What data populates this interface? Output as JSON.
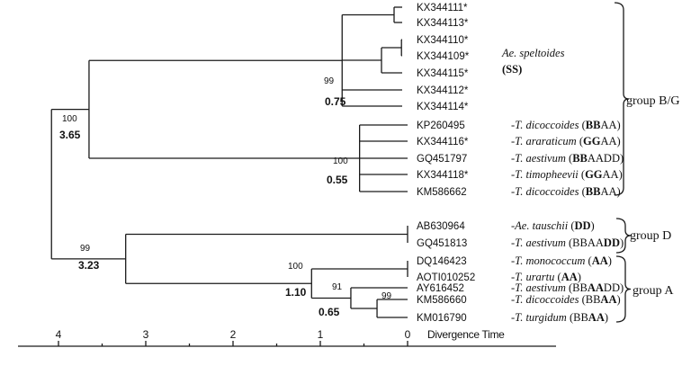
{
  "tree": {
    "taxa": [
      {
        "id": "KX344111",
        "accession": "KX344111*",
        "species": null
      },
      {
        "id": "KX344113",
        "accession": "KX344113*",
        "species": null
      },
      {
        "id": "KX344110",
        "accession": "KX344110*",
        "species": null
      },
      {
        "id": "KX344109",
        "accession": "KX344109*",
        "species": null
      },
      {
        "id": "KX344115",
        "accession": "KX344115*",
        "species": null
      },
      {
        "id": "KX344112",
        "accession": "KX344112*",
        "species": null
      },
      {
        "id": "KX344114",
        "accession": "KX344114*",
        "species": null
      },
      {
        "id": "KP260495",
        "accession": "KP260495",
        "species": {
          "prefix": "-",
          "name": "T. dicoccoides",
          "genome": [
            {
              "t": " (",
              "b": false
            },
            {
              "t": "BB",
              "b": true
            },
            {
              "t": "AA)",
              "b": false
            }
          ]
        }
      },
      {
        "id": "KX344116",
        "accession": "KX344116*",
        "species": {
          "prefix": "-",
          "name": "T. araraticum",
          "genome": [
            {
              "t": " (",
              "b": false
            },
            {
              "t": "GG",
              "b": true
            },
            {
              "t": "AA)",
              "b": false
            }
          ]
        }
      },
      {
        "id": "GQ451797",
        "accession": "GQ451797",
        "species": {
          "prefix": "-",
          "name": "T. aestivum",
          "genome": [
            {
              "t": " (",
              "b": false
            },
            {
              "t": "BB",
              "b": true
            },
            {
              "t": "AADD)",
              "b": false
            }
          ]
        }
      },
      {
        "id": "KX344118",
        "accession": "KX344118*",
        "species": {
          "prefix": "-",
          "name": "T. timopheevii",
          "genome": [
            {
              "t": " (",
              "b": false
            },
            {
              "t": "GG",
              "b": true
            },
            {
              "t": "AA)",
              "b": false
            }
          ]
        }
      },
      {
        "id": "KM586662",
        "accession": "KM586662",
        "species": {
          "prefix": "-",
          "name": "T. dicoccoides",
          "genome": [
            {
              "t": " (",
              "b": false
            },
            {
              "t": "BB",
              "b": true
            },
            {
              "t": "AA)",
              "b": false
            }
          ]
        }
      },
      {
        "id": "AB630964",
        "accession": "AB630964",
        "species": {
          "prefix": "-",
          "name": "Ae. tauschii",
          "genome": [
            {
              "t": " (",
              "b": false
            },
            {
              "t": "DD",
              "b": true
            },
            {
              "t": ")",
              "b": false
            }
          ]
        }
      },
      {
        "id": "GQ451813",
        "accession": "GQ451813",
        "species": {
          "prefix": "-",
          "name": "T. aestivum",
          "genome": [
            {
              "t": " (BBAA",
              "b": false
            },
            {
              "t": "DD",
              "b": true
            },
            {
              "t": ")",
              "b": false
            }
          ]
        }
      },
      {
        "id": "DQ146423",
        "accession": "DQ146423",
        "species": {
          "prefix": "-",
          "name": "T. monococcum",
          "genome": [
            {
              "t": " (",
              "b": false
            },
            {
              "t": "AA",
              "b": true
            },
            {
              "t": ")",
              "b": false
            }
          ]
        }
      },
      {
        "id": "AOTI010252",
        "accession": "AOTI010252",
        "species": {
          "prefix": "-",
          "name": "T. urartu",
          "genome": [
            {
              "t": " (",
              "b": false
            },
            {
              "t": "AA",
              "b": true
            },
            {
              "t": ")",
              "b": false
            }
          ]
        }
      },
      {
        "id": "AY616452",
        "accession": "AY616452",
        "species": {
          "prefix": "-",
          "name": "T. aestivum",
          "genome": [
            {
              "t": " (BB",
              "b": false
            },
            {
              "t": "AA",
              "b": true
            },
            {
              "t": "DD)",
              "b": false
            }
          ]
        }
      },
      {
        "id": "KM586660",
        "accession": "KM586660",
        "species": {
          "prefix": "-",
          "name": "T. dicoccoides",
          "genome": [
            {
              "t": " (BB",
              "b": false
            },
            {
              "t": "AA",
              "b": true
            },
            {
              "t": ")",
              "b": false
            }
          ]
        }
      },
      {
        "id": "KM016790",
        "accession": "KM016790",
        "species": {
          "prefix": "-",
          "name": "T. turgidum",
          "genome": [
            {
              "t": " (BB",
              "b": false
            },
            {
              "t": "AA",
              "b": true
            },
            {
              "t": ")",
              "b": false
            }
          ]
        }
      }
    ],
    "clusterLabel": {
      "name": "Ae. speltoides",
      "genome": "(SS)"
    },
    "nodes": [
      {
        "id": "root",
        "age": 4.08,
        "children": [
          "nBG",
          "nDA"
        ],
        "bootstrap": null,
        "ageLabel": null
      },
      {
        "id": "nBG",
        "age": 3.65,
        "children": [
          "nSS",
          "nBBGG"
        ],
        "bootstrap": "100",
        "ageLabel": "3.65"
      },
      {
        "id": "nSS",
        "age": 0.75,
        "children": [
          "nS1",
          "nS2"
        ],
        "bootstrap": "99",
        "ageLabel": "0.75"
      },
      {
        "id": "nS1",
        "age": 0.09,
        "children": [
          "KX344111",
          "KX344113"
        ],
        "bootstrap": null,
        "ageLabel": null
      },
      {
        "id": "nS2",
        "age": 0.07,
        "children": [
          "KX344110",
          "KX344109"
        ],
        "bootstrap": null,
        "ageLabel": null
      },
      {
        "id": "nS3",
        "age": 0.06,
        "children": [
          "nS2",
          "KX344115"
        ],
        "bootstrap": null,
        "ageLabel": null
      },
      {
        "id": "nBBGG",
        "age": 0.55,
        "children": [
          "KP260495",
          "KX344116",
          "GQ451797",
          "KX344118",
          "KM586662"
        ],
        "bootstrap": "100",
        "ageLabel": "0.55"
      },
      {
        "id": "nDA",
        "age": 3.23,
        "children": [
          "nD",
          "nA"
        ],
        "bootstrap": "99",
        "ageLabel": "3.23"
      },
      {
        "id": "nD",
        "age": 0.0,
        "children": [
          "AB630964",
          "GQ451813"
        ],
        "bootstrap": null,
        "ageLabel": null
      },
      {
        "id": "nA",
        "age": 1.1,
        "children": [
          "nA1",
          "nA2"
        ],
        "bootstrap": "100",
        "ageLabel": "1.10"
      },
      {
        "id": "nA1",
        "age": 0.0,
        "children": [
          "DQ146423",
          "AOTI010252"
        ],
        "bootstrap": null,
        "ageLabel": null
      },
      {
        "id": "nA2",
        "age": 0.65,
        "children": [
          "AY616452",
          "nA3"
        ],
        "bootstrap": "91",
        "ageLabel": "0.65"
      },
      {
        "id": "nA3",
        "age": 0.35,
        "children": [
          "KM586660",
          "KM016790"
        ],
        "bootstrap": "99",
        "ageLabel": null
      }
    ],
    "groups": [
      {
        "label": "group B/G",
        "from": "KX344111",
        "to": "KM586662"
      },
      {
        "label": "group D",
        "from": "AB630964",
        "to": "GQ451813"
      },
      {
        "label": "group A",
        "from": "DQ146423",
        "to": "KM016790"
      }
    ],
    "axis": {
      "ticks": [
        "4",
        "3",
        "2",
        "1",
        "0"
      ],
      "title": "Divergence Time",
      "min": 0,
      "max": 4
    }
  }
}
